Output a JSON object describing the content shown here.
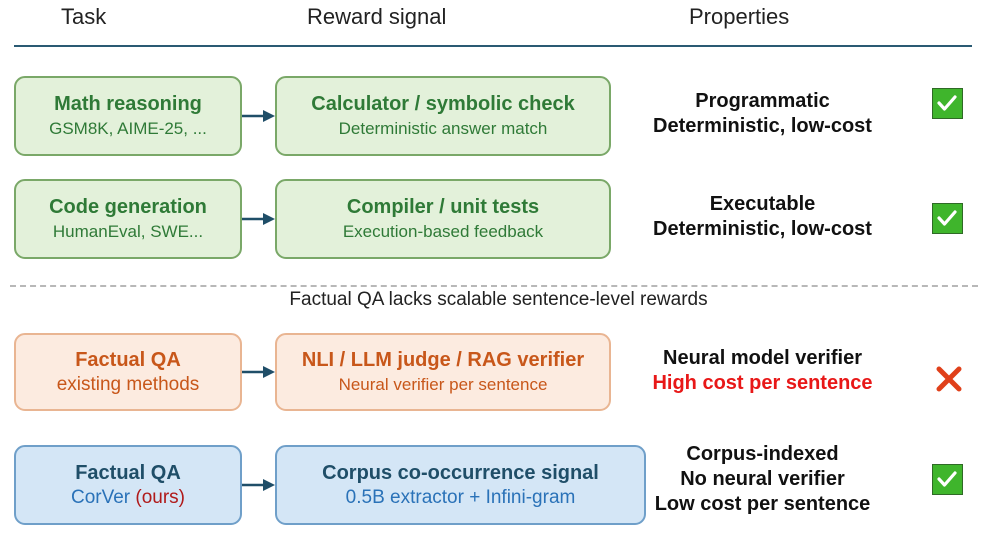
{
  "headers": {
    "task": "Task",
    "reward": "Reward signal",
    "properties": "Properties"
  },
  "divider_note": "Factual QA lacks scalable sentence-level rewards",
  "rows": [
    {
      "task_title": "Math reasoning",
      "task_sub": "GSM8K, AIME-25, ...",
      "reward_title": "Calculator / symbolic check",
      "reward_sub": "Deterministic answer match",
      "prop_line1": "Programmatic",
      "prop_line2": "Deterministic, low-cost",
      "status_icon": "check-icon"
    },
    {
      "task_title": "Code generation",
      "task_sub": "HumanEval, SWE...",
      "reward_title": "Compiler / unit tests",
      "reward_sub": "Execution-based feedback",
      "prop_line1": "Executable",
      "prop_line2": "Deterministic, low-cost",
      "status_icon": "check-icon"
    },
    {
      "task_title": "Factual QA",
      "task_sub": "existing methods",
      "reward_title": "NLI / LLM judge / RAG verifier",
      "reward_sub": "Neural verifier per sentence",
      "prop_line1": "Neural model verifier",
      "prop_line2": "High cost per sentence",
      "status_icon": "cross-icon"
    },
    {
      "task_title": "Factual QA",
      "task_sub": "CorVer",
      "task_sub_suffix": "(ours)",
      "reward_title": "Corpus co-occurrence signal",
      "reward_sub": "0.5B extractor + Infini-gram",
      "prop_line1": "Corpus-indexed",
      "prop_line2": "No neural verifier",
      "prop_line3": "Low cost per sentence",
      "status_icon": "check-icon"
    }
  ],
  "colors": {
    "green_fill": "#e3f1da",
    "green_border": "#7aa868",
    "green_text": "#2f7a37",
    "orange_fill": "#fcebe0",
    "orange_border": "#e9b592",
    "orange_text": "#c8571a",
    "blue_fill": "#d4e6f6",
    "blue_border": "#6f9fc9",
    "blue_text": "#1f4e68",
    "arrow": "#1f4e68",
    "check": "#3fb52c",
    "cross": "#e0401a",
    "alert_text": "#e81818"
  }
}
